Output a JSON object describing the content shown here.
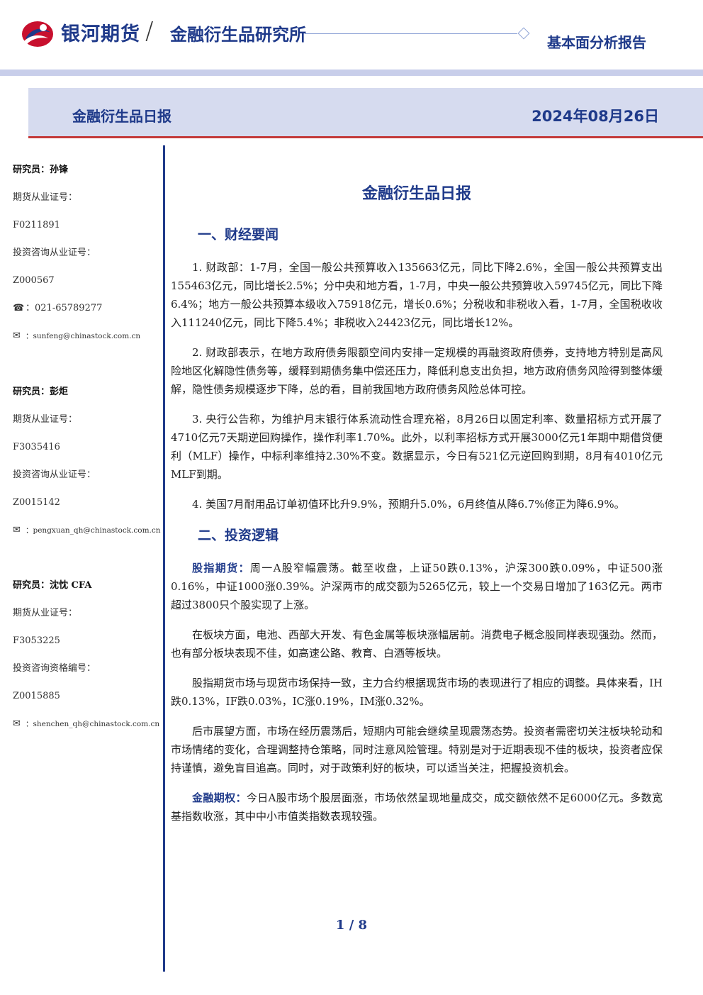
{
  "header": {
    "brand": "银河期货",
    "slash": "/",
    "institute": "金融衍生品研究所",
    "report_type": "基本面分析报告"
  },
  "banner": {
    "title": "金融衍生品日报",
    "date": "2024年08月26日"
  },
  "researchers": [
    {
      "name": "研究员：孙锋",
      "futures_label": "期货从业证号：",
      "futures_id": "F0211891",
      "consult_label": "投资咨询从业证号：",
      "consult_id": "Z000567",
      "phone": "021-65789277",
      "email": "sunfeng@chinastock.com.cn"
    },
    {
      "name": "研究员：彭炬",
      "futures_label": "期货从业证号：",
      "futures_id": "F3035416",
      "consult_label": "投资咨询从业证号：",
      "consult_id": "Z0015142",
      "email": "pengxuan_qh@chinastock.com.cn"
    },
    {
      "name": "研究员：沈忱 CFA",
      "futures_label": "期货从业证号：",
      "futures_id": "F3053225",
      "consult_label": "投资咨询资格编号：",
      "consult_id": "Z0015885",
      "email": "shenchen_qh@chinastock.com.cn"
    }
  ],
  "icons": {
    "phone": "phone-icon",
    "email": "envelope-icon"
  },
  "main": {
    "title": "金融衍生品日报",
    "section1": {
      "heading": "一、财经要闻",
      "paragraphs": [
        "1. 财政部：1-7月，全国一般公共预算收入135663亿元，同比下降2.6%，全国一般公共预算支出155463亿元，同比增长2.5%；分中央和地方看，1-7月，中央一般公共预算收入59745亿元，同比下降6.4%；地方一般公共预算本级收入75918亿元，增长0.6%；分税收和非税收入看，1-7月，全国税收收入111240亿元，同比下降5.4%；非税收入24423亿元，同比增长12%。",
        "2. 财政部表示，在地方政府债务限额空间内安排一定规模的再融资政府债券，支持地方特别是高风险地区化解隐性债务等，缓释到期债务集中偿还压力，降低利息支出负担，地方政府债务风险得到整体缓解，隐性债务规模逐步下降，总的看，目前我国地方政府债务风险总体可控。",
        "3. 央行公告称，为维护月末银行体系流动性合理充裕，8月26日以固定利率、数量招标方式开展了4710亿元7天期逆回购操作，操作利率1.70%。此外，以利率招标方式开展3000亿元1年期中期借贷便利（MLF）操作，中标利率维持2.30%不变。数据显示，今日有521亿元逆回购到期，8月有4010亿元MLF到期。",
        "4. 美国7月耐用品订单初值环比升9.9%，预期升5.0%，6月终值从降6.7%修正为降6.9%。"
      ]
    },
    "section2": {
      "heading": "二、投资逻辑",
      "p1_label": "股指期货：",
      "p1_text": "周一A股窄幅震荡。截至收盘，上证50跌0.13%，沪深300跌0.09%，中证500涨0.16%，中证1000涨0.39%。沪深两市的成交额为5265亿元，较上一个交易日增加了163亿元。两市超过3800只个股实现了上涨。",
      "p2": "在板块方面，电池、西部大开发、有色金属等板块涨幅居前。消费电子概念股同样表现强劲。然而，也有部分板块表现不佳，如高速公路、教育、白酒等板块。",
      "p3": "股指期货市场与现货市场保持一致，主力合约根据现货市场的表现进行了相应的调整。具体来看，IH跌0.13%，IF跌0.03%，IC涨0.19%，IM涨0.32%。",
      "p4": "后市展望方面，市场在经历震荡后，短期内可能会继续呈现震荡态势。投资者需密切关注板块轮动和市场情绪的变化，合理调整持仓策略，同时注意风险管理。特别是对于近期表现不佳的板块，投资者应保持谨慎，避免盲目追高。同时，对于政策利好的板块，可以适当关注，把握投资机会。",
      "p5_label": "金融期权：",
      "p5_text": "今日A股市场个股层面涨，市场依然呈现地量成交，成交额依然不足6000亿元。多数宽基指数收涨，其中中小市值类指数表现较强。"
    }
  },
  "footer": {
    "page": "1 / 8"
  }
}
